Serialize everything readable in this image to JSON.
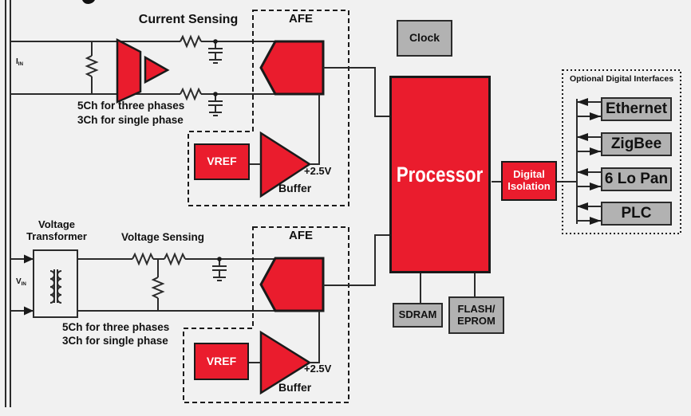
{
  "colors": {
    "red": "#ea1c2d",
    "gray": "#b2b2b2",
    "line": "#2b2b2b",
    "bg": "#f1f1f1",
    "ink": "#111111"
  },
  "current_sensing": {
    "title": "Current Sensing",
    "input_symbol": "I",
    "input_subscript": "IN",
    "note1": "5Ch for three phases",
    "note2": "3Ch for single phase"
  },
  "voltage_sensing": {
    "title": "Voltage Sensing",
    "transformer_line1": "Voltage",
    "transformer_line2": "Transformer",
    "input_symbol": "V",
    "input_subscript": "IN",
    "note1": "5Ch for three phases",
    "note2": "3Ch for single phase"
  },
  "afe_top": {
    "title": "AFE",
    "vref": "VREF",
    "buffer": "Buffer",
    "vout": "+2.5V"
  },
  "afe_bottom": {
    "title": "AFE",
    "vref": "VREF",
    "buffer": "Buffer",
    "vout": "+2.5V"
  },
  "clock": {
    "label": "Clock"
  },
  "processor": {
    "label": "Processor"
  },
  "digital_isolation": {
    "line1": "Digital",
    "line2": "Isolation"
  },
  "memory": {
    "sdram": "SDRAM",
    "flash_line1": "FLASH/",
    "flash_line2": "EPROM"
  },
  "interfaces": {
    "title": "Optional Digital Interfaces",
    "items": [
      {
        "label": "Ethernet"
      },
      {
        "label": "ZigBee"
      },
      {
        "label": "6 Lo Pan"
      },
      {
        "label": "PLC"
      }
    ]
  }
}
